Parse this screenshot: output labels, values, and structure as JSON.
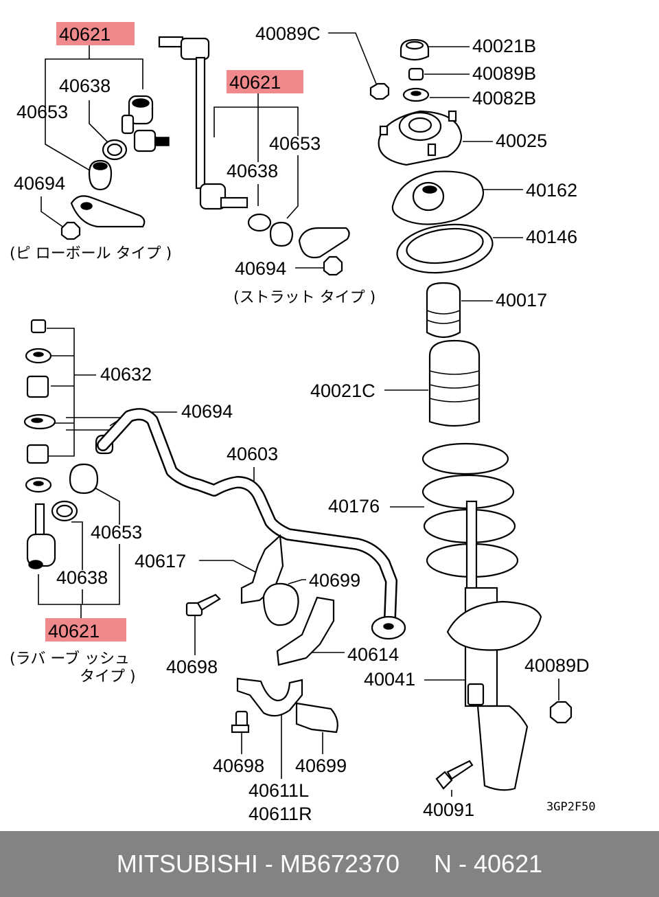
{
  "labels": {
    "top_left": {
      "main": "40621",
      "bushing": "40638",
      "joint": "40653",
      "nut": "40694",
      "caption": "(ピ ローボール タイプ )"
    },
    "strut_link": {
      "main": "40621",
      "joint": "40653",
      "bushing": "40638",
      "nut": "40694",
      "caption": "(ストラット タイプ )"
    },
    "rubber": {
      "kit": "40632",
      "nut": "40694",
      "joint": "40653",
      "bushing": "40638",
      "main": "40621",
      "caption_line1": "(ラバ ーブ ッシュ",
      "caption_line2": "タイプ )"
    },
    "stabilizer": {
      "bar": "40603",
      "bracket_a": "40617",
      "bush_a": "40699",
      "bolt_a": "40698",
      "bracket_b": "40614",
      "clamp": "40611L",
      "clamp_alt": "40611R",
      "bolt_b": "40698",
      "bush_b": "40699"
    },
    "strut": {
      "nut_c": "40089C",
      "cap": "40021B",
      "nut_b": "40089B",
      "washer": "40082B",
      "mount": "40025",
      "seat": "40162",
      "insulator": "40146",
      "bumper": "40017",
      "boot": "40021C",
      "spring": "40176",
      "body": "40041",
      "nut_d": "40089D",
      "bolt": "40091"
    },
    "diagram_code": "3GP2F50"
  },
  "highlight_color": "#f0898c",
  "footer": {
    "text": "MITSUBISHI - MB672370     N - 40621"
  }
}
